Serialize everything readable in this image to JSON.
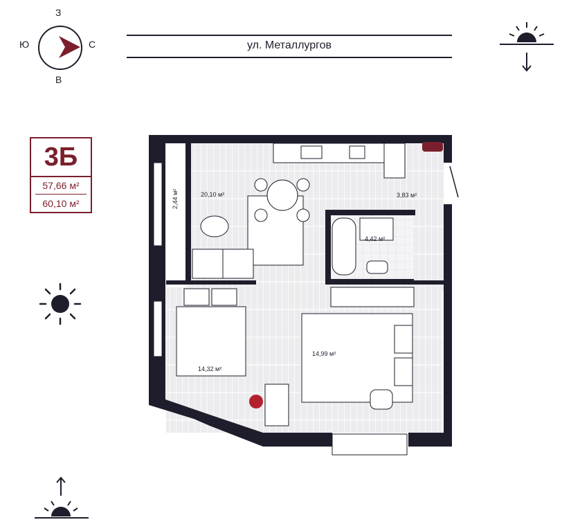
{
  "compass": {
    "north": "С",
    "south": "Ю",
    "west": "З",
    "east": "В"
  },
  "street": {
    "name": "ул. Металлургов"
  },
  "apartment": {
    "type": "3Б",
    "living_area": "57,66 м²",
    "total_area": "60,10 м²"
  },
  "rooms": {
    "kitchen_living": "20,10 м²",
    "balcony": "2,44 м²",
    "hall": "3,83 м²",
    "bathroom": "4,42 м²",
    "bedroom_left": "14,32 м²",
    "bedroom_right": "14,99 м²"
  },
  "icons": [
    "compass-arrow-icon",
    "sunset-icon",
    "sun-icon",
    "sunrise-icon",
    "entrance-arrow-icon"
  ],
  "colors": {
    "accent": "#7a1f2b",
    "wall": "#1d1d2b",
    "floor": "#e9e9ec",
    "stool": "#b3202e"
  }
}
